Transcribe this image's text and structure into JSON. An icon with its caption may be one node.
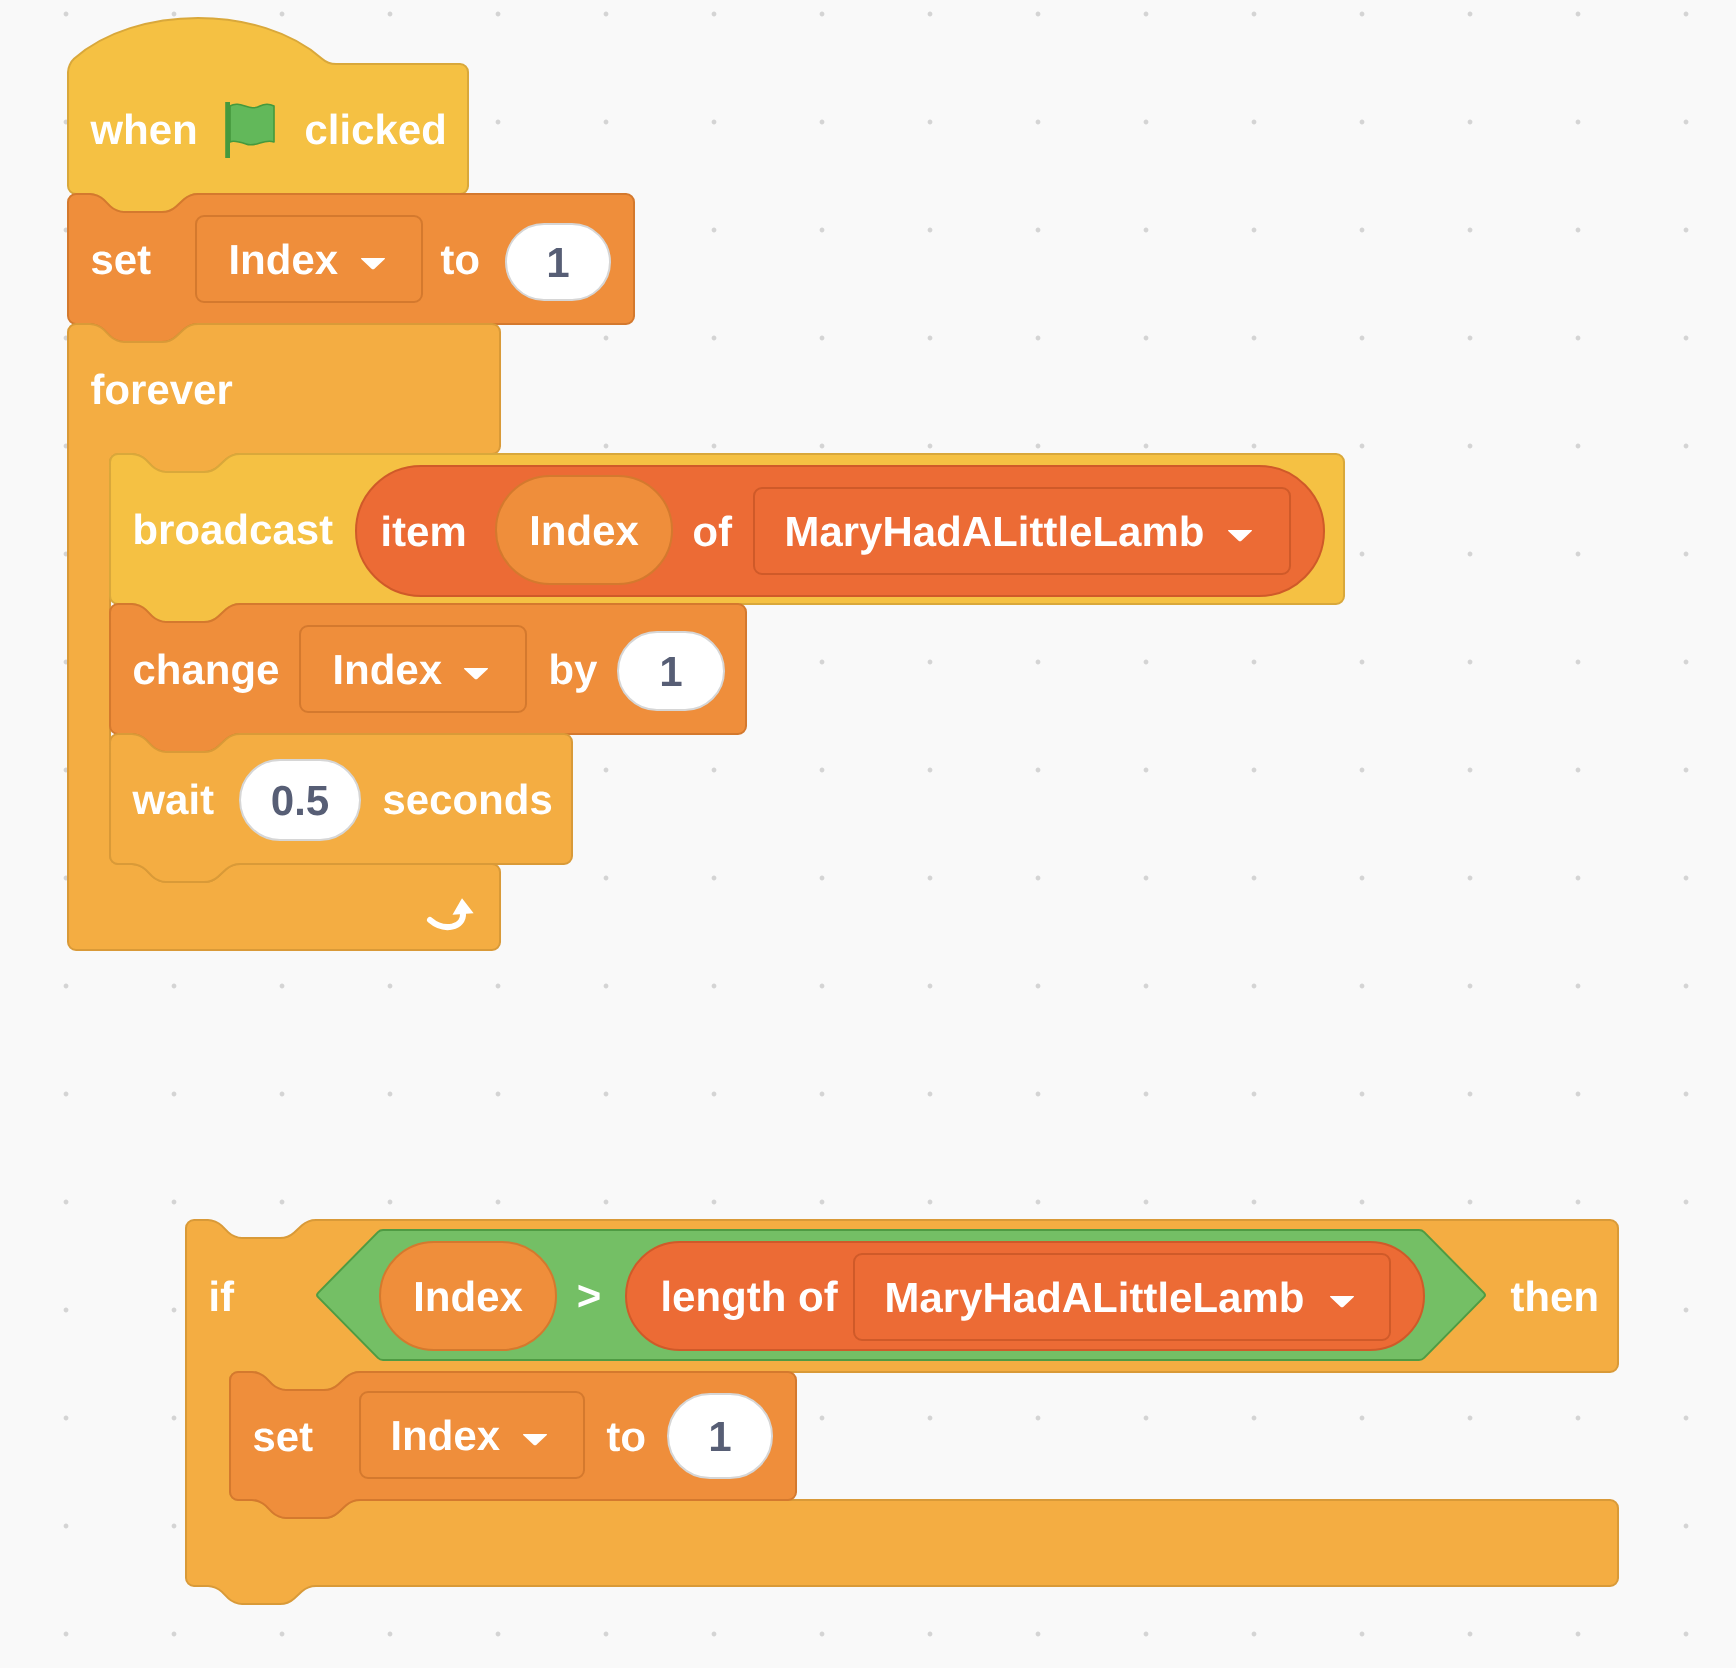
{
  "diagram": {
    "nodes": [
      {
        "text": [
          "when",
          "clicked"
        ]
      },
      {
        "text": [
          "set",
          "to"
        ]
      },
      {
        "text": [
          "Index"
        ],
        "in": 1
      },
      {
        "text": [
          "1"
        ],
        "in": 1
      },
      {
        "text": [
          "forever"
        ]
      },
      {
        "text": [
          "broadcast"
        ]
      },
      {
        "text": [
          "item",
          "of"
        ],
        "in": 5
      },
      {
        "text": [
          "Index"
        ],
        "in": 6
      },
      {
        "text": [
          "MaryHadALittleLamb"
        ],
        "in": 6
      },
      {
        "text": [
          "change",
          "by"
        ]
      },
      {
        "text": [
          "Index"
        ],
        "in": 9
      },
      {
        "text": [
          "1"
        ],
        "in": 9
      },
      {
        "text": [
          "wait",
          "seconds"
        ]
      },
      {
        "text": [
          "0.5"
        ],
        "in": 12
      },
      {
        "text": [
          "if",
          "then"
        ]
      },
      {
        "text": [
          ">"
        ],
        "in": 14
      },
      {
        "text": [
          "Index"
        ],
        "in": 15
      },
      {
        "text": [
          "length of"
        ],
        "in": 15
      },
      {
        "text": [
          "MaryHadALittleLamb"
        ],
        "in": 17
      },
      {
        "text": [
          "set",
          "to"
        ],
        "in": 14
      },
      {
        "text": [
          "Index"
        ],
        "in": 19
      },
      {
        "text": [
          "1"
        ],
        "in": 19
      }
    ]
  }
}
